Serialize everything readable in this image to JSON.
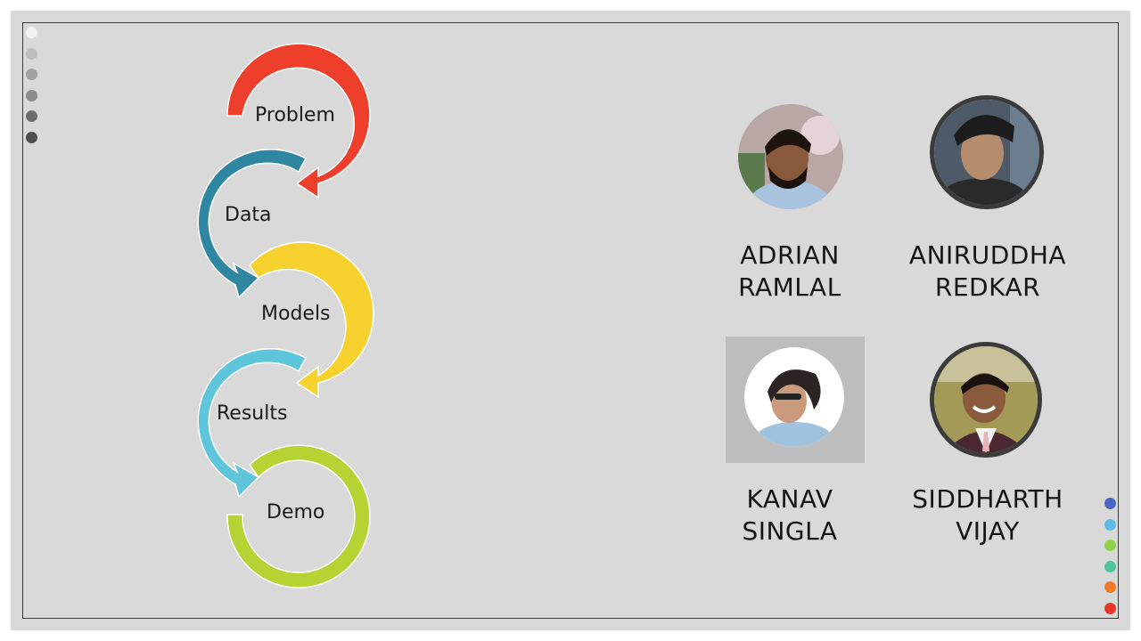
{
  "flow": {
    "steps": [
      {
        "label": "Problem",
        "color": "#ee3e2c"
      },
      {
        "label": "Data",
        "color": "#2f86a0"
      },
      {
        "label": "Models",
        "color": "#f7d22e"
      },
      {
        "label": "Results",
        "color": "#5ec5da"
      },
      {
        "label": "Demo",
        "color": "#b6d334"
      }
    ]
  },
  "left_dots": [
    "#f2f2f2",
    "#bdbdbd",
    "#a3a3a3",
    "#8c8c8c",
    "#6e6e6e",
    "#505050"
  ],
  "right_dots": [
    "#4967c4",
    "#5bbde8",
    "#8fd44a",
    "#4fc49e",
    "#ef7a2a",
    "#e8382a"
  ],
  "team": [
    {
      "first": "ADRIAN",
      "last": "RAMLAL"
    },
    {
      "first": "ANIRUDDHA",
      "last": "REDKAR"
    },
    {
      "first": "KANAV",
      "last": "SINGLA"
    },
    {
      "first": "SIDDHARTH",
      "last": "VIJAY"
    }
  ]
}
